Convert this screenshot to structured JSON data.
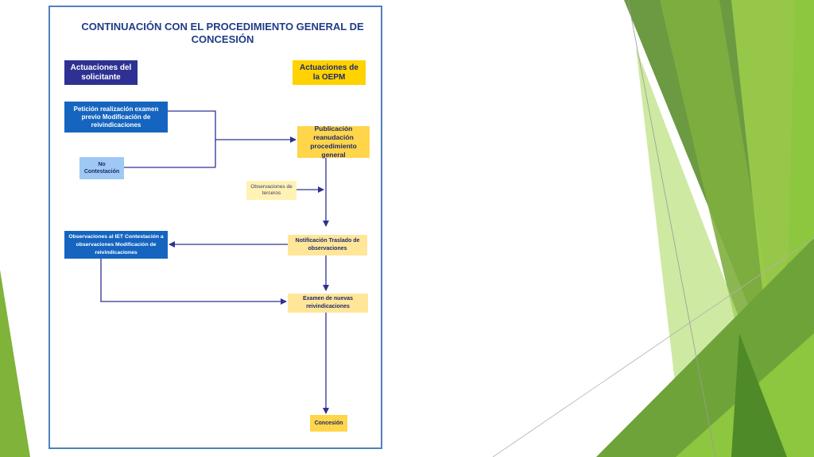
{
  "title": "CONTINUACIÓN CON EL PROCEDIMIENTO GENERAL DE CONCESIÓN",
  "headers": {
    "solicitante": "Actuaciones del solicitante",
    "oepm": "Actuaciones de la OEPM"
  },
  "nodes": {
    "peticion": "Petición realización examen previo Modificación de reivindicaciones",
    "no_contestacion": "No Contestación",
    "publicacion": "Publicación reanudación procedimiento general",
    "observaciones_terceros": "Observaciones de terceros",
    "observaciones_iet": "Observaciones al IET Contestación a observaciones Modificación de reivindicaciones",
    "notificacion": "Notificación Traslado de observaciones",
    "examen": "Examen de nuevas reivindicaciones",
    "concesion": "Concesión"
  },
  "colors": {
    "frame": "#4f81bd",
    "arrow": "#2e3192",
    "solicitante": "#1565c0",
    "oepm": "#ffd54a",
    "green_dark": "#5a8f2e",
    "green_light": "#8dc63f"
  }
}
